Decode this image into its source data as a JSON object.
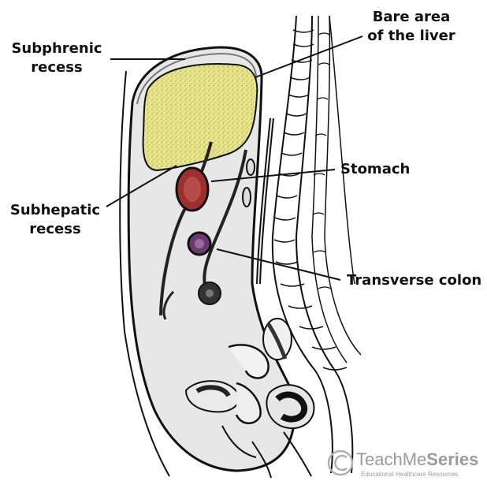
{
  "labels": {
    "subphrenic": [
      "Subphrenic",
      "recess"
    ],
    "bare_area": [
      "Bare area",
      "of the liver"
    ],
    "stomach": "Stomach",
    "subhepatic": [
      "Subhepatic",
      "recess"
    ],
    "transverse_colon": "Transverse colon"
  },
  "watermark": {
    "logo_text_1": "TeachMe",
    "logo_text_2": "Series",
    "tagline": "Educational Healthcare Resources"
  },
  "colors": {
    "liver": "#e8e58a",
    "stomach": "#9e2f2f",
    "colon": "#6a3a70",
    "peritoneal_cavity": "#e7e7e7",
    "outline": "#111111"
  }
}
